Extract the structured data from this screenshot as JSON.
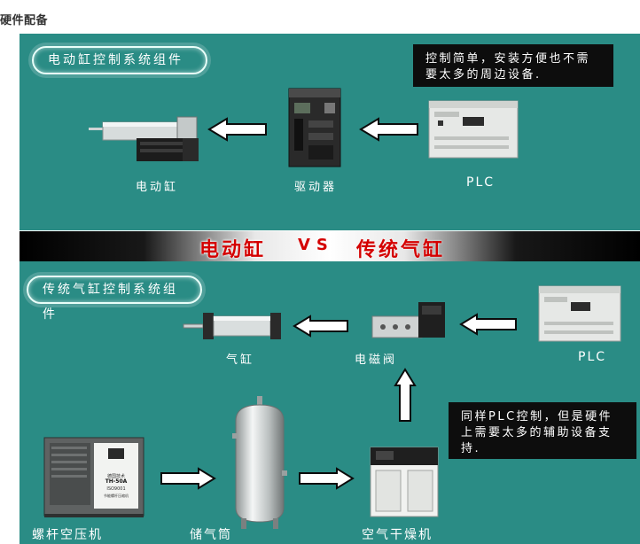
{
  "header": {
    "title": "硬件配备"
  },
  "electric": {
    "panel_label": "电动缸控制系统组件",
    "note": "控制简单，安装方便也不需要太多的周边设备.",
    "devices": {
      "cylinder": "电动缸",
      "driver": "驱动器",
      "plc": "PLC"
    }
  },
  "vs_band": {
    "left": "电动缸",
    "middle": "VS",
    "right": "传统气缸"
  },
  "pneumatic": {
    "panel_label": "传统气缸控制系统组件",
    "note": "同样PLC控制，但是硬件上需要太多的辅助设备支持.",
    "devices": {
      "cylinder": "气缸",
      "valve": "电磁阀",
      "plc": "PLC",
      "compressor": "螺杆空压机",
      "tank": "储气筒",
      "dryer": "空气干燥机"
    },
    "compressor_panel": {
      "brand": "德国技术",
      "model": "TH-50A",
      "cert": "ISO9001",
      "product": "节能螺杆压缩机"
    }
  },
  "colors": {
    "panel": "#2a8c85",
    "note_bg": "#0d0d0d",
    "vs_red": "#d40000"
  }
}
